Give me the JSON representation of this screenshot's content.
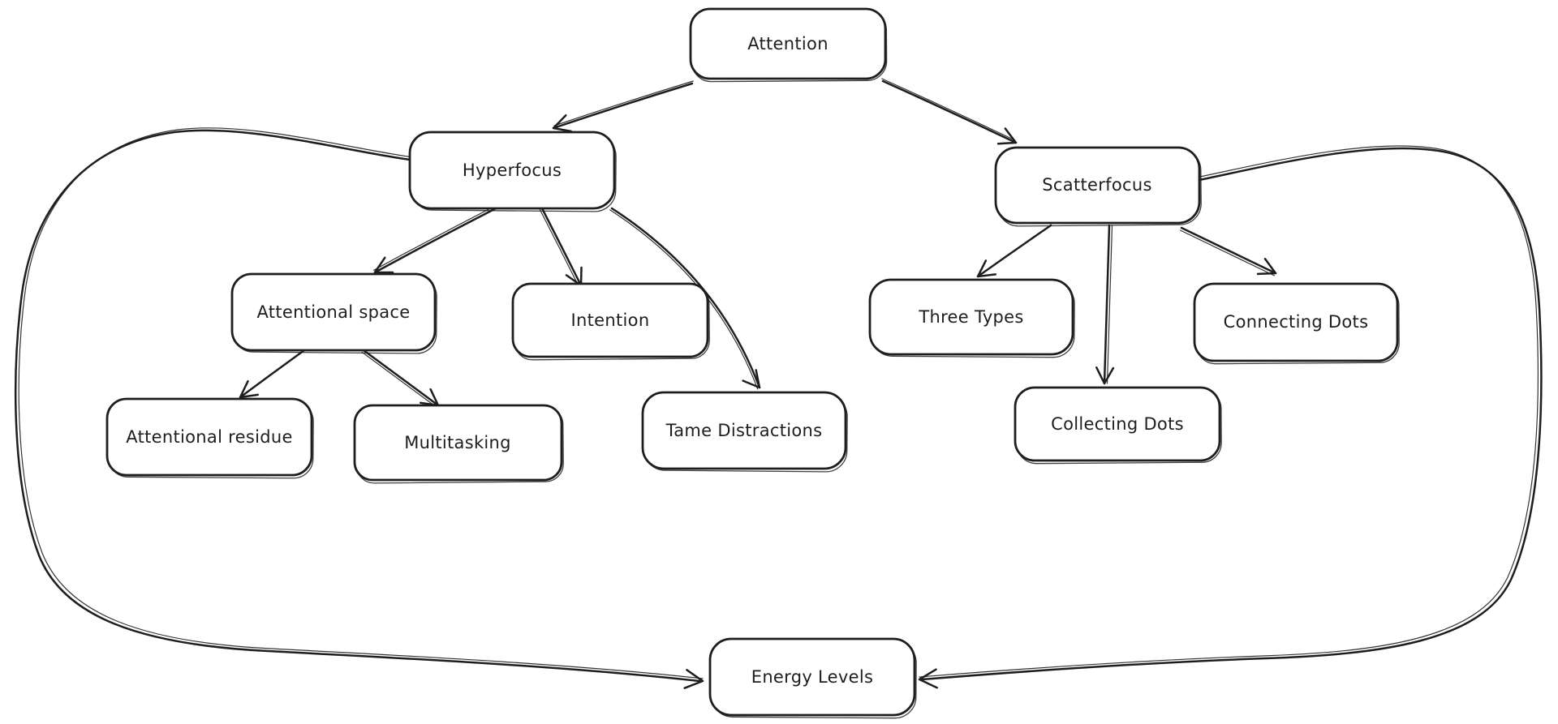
{
  "diagram": {
    "title": "Attention mind map",
    "background_color": "#ffffff",
    "stroke_color": "#1e1e1e",
    "nodes": [
      {
        "id": "attention",
        "label": "Attention"
      },
      {
        "id": "hyperfocus",
        "label": "Hyperfocus"
      },
      {
        "id": "scatterfocus",
        "label": "Scatterfocus"
      },
      {
        "id": "attentional-space",
        "label": "Attentional space"
      },
      {
        "id": "intention",
        "label": "Intention"
      },
      {
        "id": "three-types",
        "label": "Three Types"
      },
      {
        "id": "connecting-dots",
        "label": "Connecting Dots"
      },
      {
        "id": "attentional-residue",
        "label": "Attentional residue"
      },
      {
        "id": "multitasking",
        "label": "Multitasking"
      },
      {
        "id": "tame-distractions",
        "label": "Tame Distractions"
      },
      {
        "id": "collecting-dots",
        "label": "Collecting Dots"
      },
      {
        "id": "energy-levels",
        "label": "Energy Levels"
      }
    ],
    "edges": [
      {
        "from": "Attention",
        "to": "Hyperfocus"
      },
      {
        "from": "Attention",
        "to": "Scatterfocus"
      },
      {
        "from": "Hyperfocus",
        "to": "Attentional space"
      },
      {
        "from": "Hyperfocus",
        "to": "Intention"
      },
      {
        "from": "Hyperfocus",
        "to": "Tame Distractions"
      },
      {
        "from": "Attentional space",
        "to": "Attentional residue"
      },
      {
        "from": "Attentional space",
        "to": "Multitasking"
      },
      {
        "from": "Scatterfocus",
        "to": "Three Types"
      },
      {
        "from": "Scatterfocus",
        "to": "Collecting Dots"
      },
      {
        "from": "Scatterfocus",
        "to": "Connecting Dots"
      },
      {
        "from": "Hyperfocus",
        "to": "Energy Levels"
      },
      {
        "from": "Scatterfocus",
        "to": "Energy Levels"
      }
    ]
  }
}
